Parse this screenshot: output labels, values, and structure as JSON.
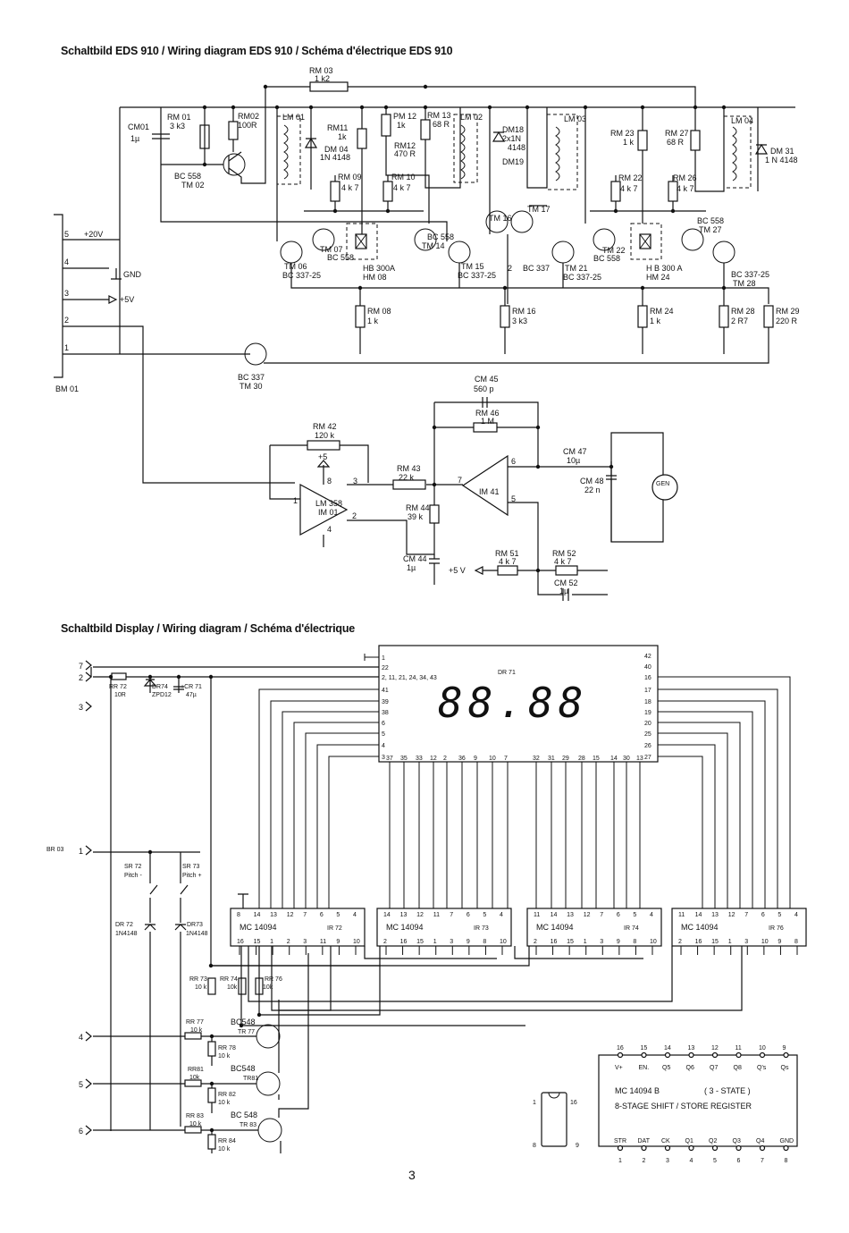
{
  "titles": {
    "main": "Schaltbild EDS 910 / Wiring diagram EDS 910 / Schéma d'électrique EDS 910",
    "display": "Schaltbild Display / Wiring diagram / Schéma d'électrique"
  },
  "page_number": "3",
  "connector_bm01": {
    "name": "BM 01",
    "pins": [
      {
        "pin": "5",
        "signal": "+20V"
      },
      {
        "pin": "4",
        "signal": "GND"
      },
      {
        "pin": "3",
        "signal": "+5V"
      },
      {
        "pin": "2",
        "signal": ""
      },
      {
        "pin": "1",
        "signal": ""
      }
    ]
  },
  "components_top": {
    "rm03": [
      "RM 03",
      "1 k2"
    ],
    "cm01": [
      "CM01",
      "1µ"
    ],
    "rm01": [
      "RM 01",
      "3 k3"
    ],
    "rm02": [
      "RM02",
      "100R"
    ],
    "lm01": "LM 01",
    "rm11": [
      "RM11",
      "1k"
    ],
    "dm04": [
      "DM 04",
      "1N 4148"
    ],
    "pm12": [
      "PM 12",
      "1k"
    ],
    "rm12": [
      "RM12",
      "470 R"
    ],
    "rm13": [
      "RM 13",
      "68 R"
    ],
    "lm02": "LM 02",
    "dm18": [
      "DM18",
      "2x1N",
      "4148"
    ],
    "dm19": "DM19",
    "lm03": "LM 03",
    "rm23": [
      "RM 23",
      "1 k"
    ],
    "rm27": [
      "RM 27",
      "68 R"
    ],
    "lm04": "LM 04",
    "dm31": [
      "DM 31",
      "1 N 4148"
    ],
    "bc558_tm02": [
      "BC 558",
      "TM 02"
    ],
    "rm09": [
      "RM 09",
      "4 k 7"
    ],
    "rm10": [
      "RM 10",
      "4 k 7"
    ],
    "rm22": [
      "RM 22",
      "4 k 7"
    ],
    "rm26": [
      "RM 26",
      "4 k 7"
    ],
    "tm16": "TM 16",
    "tm17": "TM 17",
    "tm27": [
      "BC 558",
      "TM 27"
    ],
    "tm07": [
      "TM 07",
      "BC 558"
    ],
    "tm14": [
      "BC 558",
      "TM 14"
    ],
    "tm22": [
      "TM 22",
      "BC 558"
    ],
    "tm06": [
      "TM 06",
      "BC 337-25"
    ],
    "hm08": [
      "HB 300A",
      "HM 08"
    ],
    "tm15": [
      "TM 15",
      "BC 337-25"
    ],
    "bc337_2": [
      "2",
      "BC 337"
    ],
    "tm21": [
      "TM 21",
      "BC 337-25"
    ],
    "hm24": [
      "H B 300 A",
      "HM 24"
    ],
    "tm28": [
      "BC 337-25",
      "TM 28"
    ],
    "rm08": [
      "RM 08",
      "1 k"
    ],
    "rm16": [
      "RM 16",
      "3 k3"
    ],
    "rm24": [
      "RM 24",
      "1 k"
    ],
    "rm28": [
      "RM 28",
      "2 R7"
    ],
    "rm29": [
      "RM 29",
      "220 R"
    ],
    "tm30": [
      "BC 337",
      "TM 30"
    ],
    "cm45": [
      "CM 45",
      "560 p"
    ],
    "rm46": [
      "RM 46",
      "1 M"
    ],
    "rm42": [
      "RM 42",
      "120 k"
    ],
    "im01": [
      "LM 358",
      "IM 01"
    ],
    "rm43": [
      "RM 43",
      "22 k"
    ],
    "im41": "IM 41",
    "cm47": [
      "CM 47",
      "10µ"
    ],
    "cm48": [
      "CM 48",
      "22 n"
    ],
    "gen": "GEN",
    "rm44": [
      "RM 44",
      "39 k"
    ],
    "cm44": [
      "CM 44",
      "1µ"
    ],
    "plus5v": "+5 V",
    "plus5": "+5",
    "rm51": [
      "RM 51",
      "4 k 7"
    ],
    "rm52": [
      "RM 52",
      "4 k 7"
    ],
    "cm52": [
      "CM 52",
      "1µ"
    ],
    "opamp_pins": [
      "8",
      "3",
      "1",
      "2",
      "4",
      "7",
      "6",
      "5"
    ]
  },
  "display_section": {
    "display_name": "DR 71",
    "display_readout": "88.88",
    "left_pins": [
      "1",
      "22",
      "2, 11, 21, 24, 34, 43",
      "41",
      "39",
      "38",
      "6",
      "5",
      "4",
      "3"
    ],
    "right_pins": [
      "42",
      "40",
      "16",
      "17",
      "18",
      "19",
      "20",
      "25",
      "26",
      "27"
    ],
    "bottom_pins": [
      "37",
      "35",
      "33",
      "12",
      "2",
      "36",
      "9",
      "10",
      "7",
      "32",
      "31",
      "29",
      "28",
      "15",
      "14",
      "30",
      "13"
    ],
    "connector_pins": [
      "7",
      "2",
      "3",
      "1",
      "4",
      "5",
      "6"
    ],
    "br03": "BR 03",
    "rr72": [
      "RR 72",
      "10R"
    ],
    "dr74": [
      "DR74",
      "ZPD12"
    ],
    "cr71": [
      "+CR 71",
      "47µ"
    ],
    "sr72": [
      "SR 72",
      "Pitch -"
    ],
    "sr73": [
      "SR 73",
      "Pitch +"
    ],
    "dr72": [
      "DR 72",
      "1N4148"
    ],
    "dr73": [
      "DR73",
      "1N4148"
    ],
    "ics": [
      {
        "name": "MC 14094",
        "ref": "IR 72",
        "top": [
          "8",
          "14",
          "13",
          "12",
          "7",
          "6",
          "5",
          "4"
        ],
        "bottom": [
          "16",
          "15",
          "1",
          "2",
          "3",
          "11",
          "9",
          "10"
        ]
      },
      {
        "name": "MC 14094",
        "ref": "IR 73",
        "top": [
          "14",
          "13",
          "12",
          "11",
          "7",
          "6",
          "5",
          "4"
        ],
        "bottom": [
          "2",
          "16",
          "15",
          "1",
          "3",
          "9",
          "8",
          "10"
        ]
      },
      {
        "name": "MC 14094",
        "ref": "IR 74",
        "top": [
          "11",
          "14",
          "13",
          "12",
          "7",
          "6",
          "5",
          "4"
        ],
        "bottom": [
          "2",
          "16",
          "15",
          "1",
          "3",
          "9",
          "8",
          "10"
        ]
      },
      {
        "name": "MC 14094",
        "ref": "IR 76",
        "top": [
          "11",
          "14",
          "13",
          "12",
          "7",
          "6",
          "5",
          "4"
        ],
        "bottom": [
          "2",
          "16",
          "15",
          "1",
          "3",
          "10",
          "9",
          "8"
        ]
      }
    ],
    "rr73": [
      "RR 73",
      "10 k"
    ],
    "rr74": [
      "RR 74",
      "10k"
    ],
    "rr76": [
      "RR 76",
      "10k"
    ],
    "rr77": [
      "RR 77",
      "10 k"
    ],
    "rr78": [
      "RR 78",
      "10 k"
    ],
    "rr81": [
      "RR81",
      "10k"
    ],
    "rr82": [
      "RR 82",
      "10 k"
    ],
    "rr83": [
      "RR 83",
      "10 k"
    ],
    "rr84": [
      "RR 84",
      "10 k"
    ],
    "tr77": [
      "BC548",
      "TR 77"
    ],
    "tr81": [
      "BC548",
      "TR81"
    ],
    "tr83": [
      "BC 548",
      "TR 83"
    ]
  },
  "pinout": {
    "top_nums": [
      "16",
      "15",
      "14",
      "13",
      "12",
      "11",
      "10",
      "9"
    ],
    "top_names": [
      "V+",
      "EN.",
      "Q5",
      "Q6",
      "Q7",
      "Q8",
      "Q's",
      "Qs"
    ],
    "title": "MC 14094 B",
    "state": "( 3 - STATE )",
    "description": "8-STAGE  SHIFT  /  STORE  REGISTER",
    "bottom_names": [
      "STR",
      "DAT",
      "CK",
      "Q1",
      "Q2",
      "Q3",
      "Q4",
      "GND"
    ],
    "bottom_nums": [
      "1",
      "2",
      "3",
      "4",
      "5",
      "6",
      "7",
      "8"
    ],
    "package_pins": [
      "1",
      "16",
      "8",
      "9"
    ]
  }
}
